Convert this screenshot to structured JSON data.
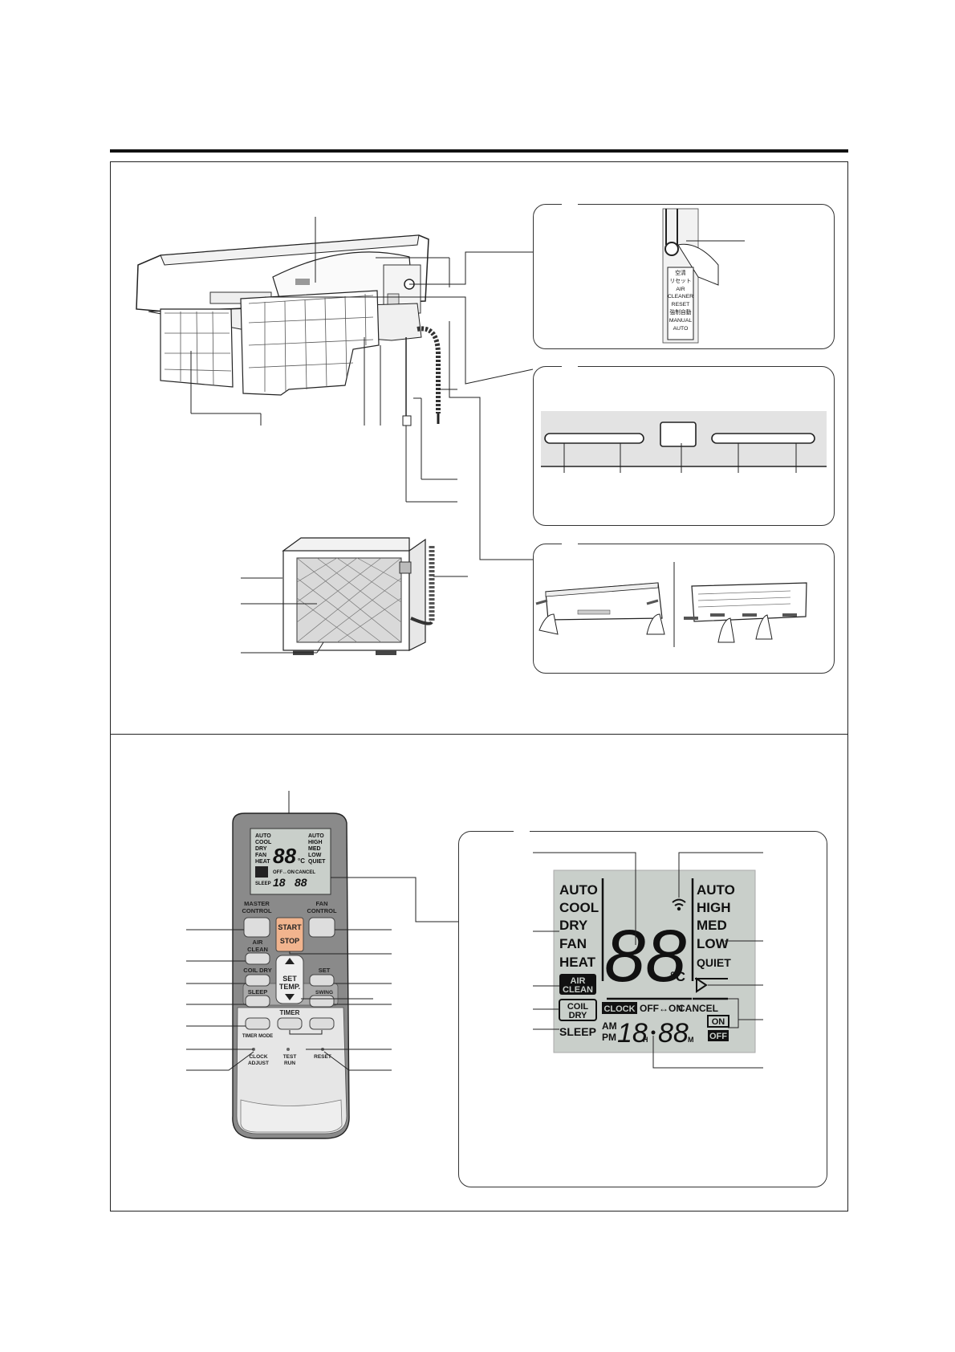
{
  "indoor_panel_label": {
    "ja_air": "空清",
    "ja_reset": "リセット",
    "air": "AIR",
    "cleaner": "CLEANER",
    "reset": "RESET",
    "ja_forced": "強制自動",
    "manual": "MANUAL",
    "auto": "AUTO"
  },
  "remote": {
    "master_control": "MASTER\nCONTROL",
    "fan_control": "FAN\nCONTROL",
    "start": "START",
    "stop": "STOP",
    "air_clean": "AIR\nCLEAN",
    "coil_dry": "COIL DRY",
    "sleep": "SLEEP",
    "set_temp": "SET\nTEMP.",
    "set": "SET",
    "swing": "SWING",
    "timer": "TIMER",
    "timer_mode": "TIMER MODE",
    "clock_adjust": "CLOCK\nADJUST",
    "test_run": "TEST\nRUN",
    "reset": "RESET"
  },
  "lcd": {
    "modes": [
      "AUTO",
      "COOL",
      "DRY",
      "FAN",
      "HEAT"
    ],
    "fan_speeds": [
      "AUTO",
      "HIGH",
      "MED",
      "LOW",
      "QUIET"
    ],
    "temp_digits": "88",
    "temp_unit": "°C",
    "air_clean_1": "AIR",
    "air_clean_2": "CLEAN",
    "coil_dry_1": "COIL",
    "coil_dry_2": "DRY",
    "sleep": "SLEEP",
    "clock": "CLOCK",
    "off_on": "OFF↔ON",
    "cancel": "CANCEL",
    "am": "AM",
    "pm": "PM",
    "hour_digits": "18",
    "hour_unit": "H",
    "minute_digits": "88",
    "minute_unit": "M",
    "on_badge": "ON",
    "off_badge": "OFF"
  },
  "colors": {
    "lcd_bg": "#c9cfca",
    "start_stop": "#f1b48e",
    "remote_body": "#8a8a8a",
    "remote_lower": "#e6e6e6",
    "panel_strip": "#e3e3e3"
  }
}
